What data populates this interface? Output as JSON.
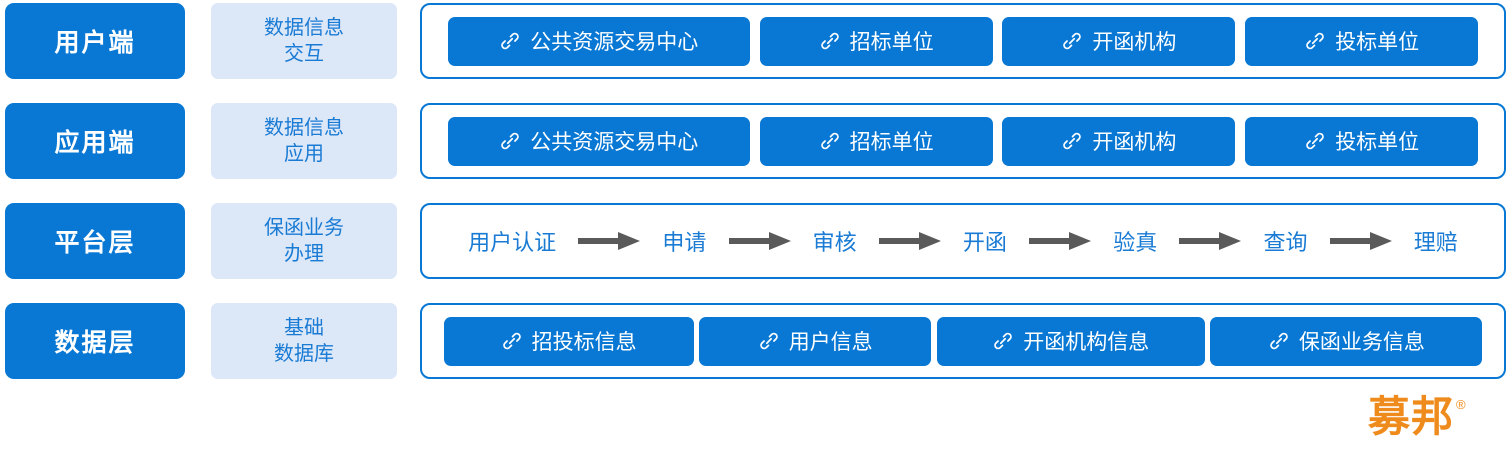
{
  "colors": {
    "primary_blue": "#0878D4",
    "light_blue": "#DCE7F8",
    "text_blue": "#1A7BD4",
    "arrow_gray": "#5A5A5A",
    "logo_orange": "#EE8B1C",
    "white": "#FFFFFF"
  },
  "rows": [
    {
      "layer": "用户端",
      "role_line1": "数据信息",
      "role_line2": "交互",
      "type": "pills",
      "items": [
        {
          "icon": "link-icon",
          "label": "公共资源交易中心"
        },
        {
          "icon": "link-icon",
          "label": "招标单位"
        },
        {
          "icon": "link-icon",
          "label": "开函机构"
        },
        {
          "icon": "link-icon",
          "label": "投标单位"
        }
      ]
    },
    {
      "layer": "应用端",
      "role_line1": "数据信息",
      "role_line2": "应用",
      "type": "pills",
      "items": [
        {
          "icon": "link-icon",
          "label": "公共资源交易中心"
        },
        {
          "icon": "link-icon",
          "label": "招标单位"
        },
        {
          "icon": "link-icon",
          "label": "开函机构"
        },
        {
          "icon": "link-icon",
          "label": "投标单位"
        }
      ]
    },
    {
      "layer": "平台层",
      "role_line1": "保函业务",
      "role_line2": "办理",
      "type": "flow",
      "steps": [
        "用户认证",
        "申请",
        "审核",
        "开函",
        "验真",
        "查询",
        "理赔"
      ]
    },
    {
      "layer": "数据层",
      "role_line1": "基础",
      "role_line2": "数据库",
      "type": "pills",
      "items": [
        {
          "icon": "link-icon",
          "label": "招投标信息"
        },
        {
          "icon": "link-icon",
          "label": "用户信息"
        },
        {
          "icon": "link-icon",
          "label": "开函机构信息"
        },
        {
          "icon": "link-icon",
          "label": "保函业务信息"
        }
      ]
    }
  ],
  "logo": {
    "text": "募邦",
    "registered_mark": "®"
  }
}
